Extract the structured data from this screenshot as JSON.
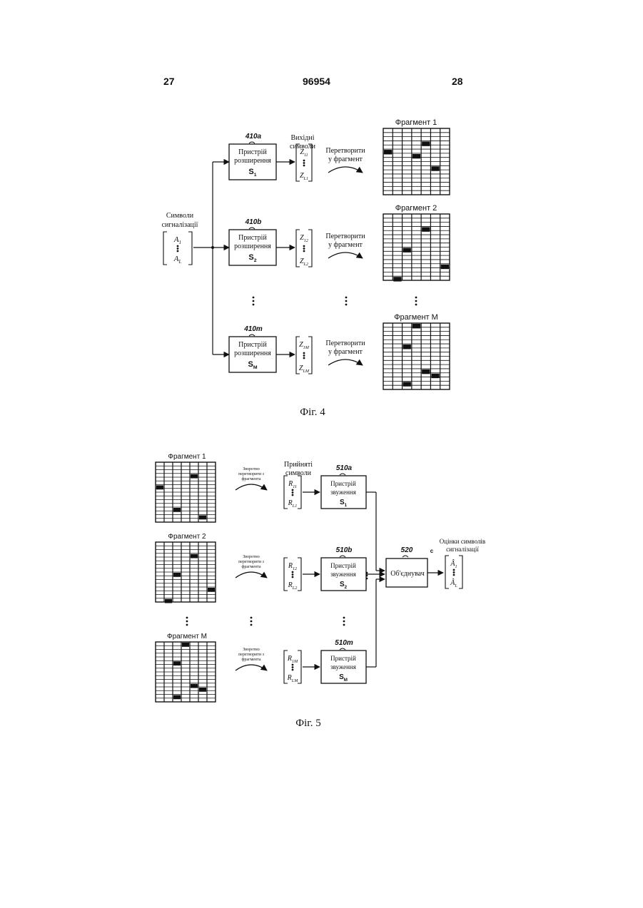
{
  "header": {
    "left_page": "27",
    "patent_number": "96954",
    "right_page": "28"
  },
  "fig4": {
    "caption": "Фіг. 4",
    "input_label": [
      "Символи",
      "сигналізації"
    ],
    "input_vector": {
      "top": "A",
      "top_sub": "1",
      "bottom": "A",
      "bottom_sub": "L"
    },
    "output_label": [
      "Вихідні",
      "символи"
    ],
    "transform_label": [
      "Перетворити",
      "у фрагмент"
    ],
    "spreaders": [
      {
        "ref": "410a",
        "name": [
          "Пристрій",
          "розширення"
        ],
        "symbol": "S",
        "symbol_sub": "1",
        "out_top": "Z",
        "out_top_sub": "11",
        "out_bottom": "Z",
        "out_bottom_sub": "L1",
        "fragment_label": "Фрагмент 1",
        "fragment_cells": [
          [
            3,
            0
          ],
          [
            2,
            4
          ],
          [
            6,
            5
          ],
          [
            4,
            3
          ]
        ]
      },
      {
        "ref": "410b",
        "name": [
          "Пристрій",
          "розширення"
        ],
        "symbol": "S",
        "symbol_sub": "2",
        "out_top": "Z",
        "out_top_sub": "12",
        "out_bottom": "Z",
        "out_bottom_sub": "L2",
        "fragment_label": "Фрагмент 2",
        "fragment_cells": [
          [
            2,
            4
          ],
          [
            5,
            2
          ],
          [
            8,
            6
          ],
          [
            10,
            1
          ]
        ]
      },
      {
        "ref": "410m",
        "name": [
          "Пристрій",
          "розширення"
        ],
        "symbol": "S",
        "symbol_sub": "M",
        "out_top": "Z",
        "out_top_sub": "1M",
        "out_bottom": "Z",
        "out_bottom_sub": "LM",
        "fragment_label": "Фрагмент M",
        "fragment_cells": [
          [
            0,
            3
          ],
          [
            3,
            2
          ],
          [
            7,
            4
          ],
          [
            8,
            5
          ],
          [
            9,
            2
          ]
        ]
      }
    ]
  },
  "fig5": {
    "caption": "Фіг. 5",
    "received_label": [
      "Прийняті",
      "символи"
    ],
    "inverse_label": [
      "Зворотно",
      "перетворити з",
      "фрагмента"
    ],
    "combiner_ref": "520",
    "combiner_name": "Об'єднувач",
    "c_mark": "c",
    "estimate_label": [
      "Оцінки символів",
      "сигналізації"
    ],
    "estimate_vector": {
      "top": "Â",
      "top_sub": "1",
      "bottom": "Â",
      "bottom_sub": "L"
    },
    "despreaders": [
      {
        "ref": "510a",
        "name": [
          "Пристрій",
          "звуження"
        ],
        "symbol": "S",
        "symbol_sub": "1",
        "in_top": "R",
        "in_top_sub": "11",
        "in_bottom": "R",
        "in_bottom_sub": "L1",
        "fragment_label": "Фрагмент 1",
        "fragment_cells": [
          [
            4,
            0
          ],
          [
            2,
            4
          ],
          [
            8,
            2
          ],
          [
            9,
            5
          ]
        ]
      },
      {
        "ref": "510b",
        "name": [
          "Пристрій",
          "звуження"
        ],
        "symbol": "S",
        "symbol_sub": "2",
        "in_top": "R",
        "in_top_sub": "12",
        "in_bottom": "R",
        "in_bottom_sub": "L2",
        "fragment_label": "Фрагмент 2",
        "fragment_cells": [
          [
            2,
            4
          ],
          [
            5,
            2
          ],
          [
            8,
            6
          ],
          [
            10,
            1
          ]
        ]
      },
      {
        "ref": "510m",
        "name": [
          "Пристрій",
          "звуження"
        ],
        "symbol": "S",
        "symbol_sub": "M",
        "in_top": "R",
        "in_top_sub": "1M",
        "in_bottom": "R",
        "in_bottom_sub": "LM",
        "fragment_label": "Фрагмент M",
        "fragment_cells": [
          [
            0,
            3
          ],
          [
            3,
            2
          ],
          [
            7,
            4
          ],
          [
            8,
            5
          ],
          [
            9,
            2
          ]
        ]
      }
    ]
  }
}
